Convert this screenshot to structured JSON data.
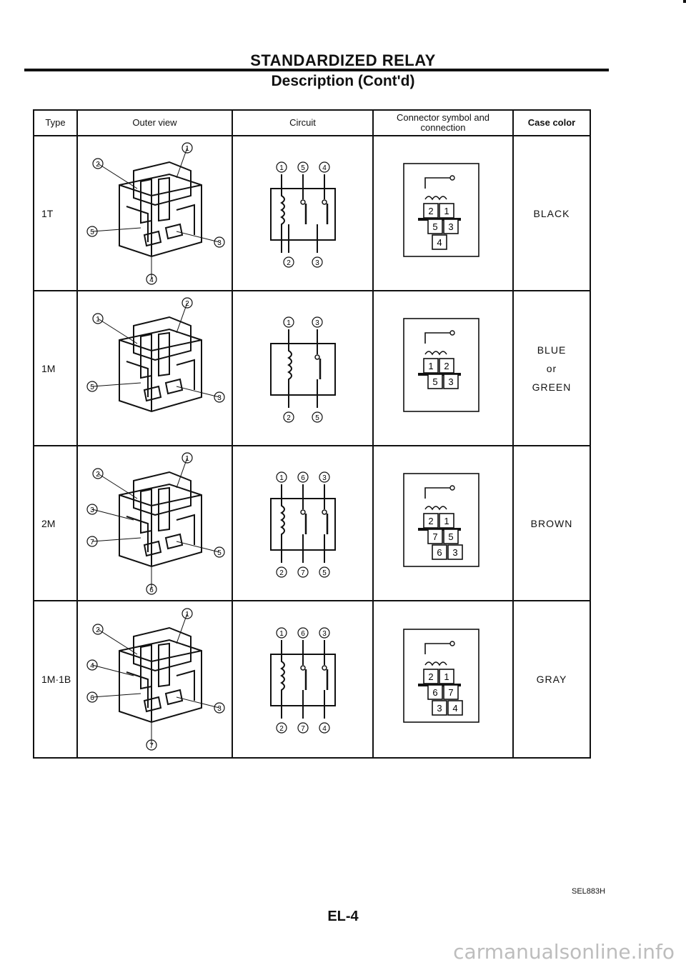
{
  "header": {
    "title": "STANDARDIZED RELAY",
    "subtitle": "Description (Cont'd)"
  },
  "table": {
    "columns": {
      "type": "Type",
      "outer_view": "Outer view",
      "circuit": "Circuit",
      "connector": "Connector symbol and connection",
      "case_color": "Case color"
    },
    "rows": [
      {
        "type": "1T",
        "color_lines": [
          "BLACK"
        ],
        "outer_pins": [
          "1",
          "2",
          "5",
          "3",
          "4"
        ],
        "circuit_top": [
          "1",
          "5",
          "4"
        ],
        "circuit_bottom": [
          "2",
          "3"
        ],
        "conn_boxes": [
          "2",
          "1",
          "5",
          "3",
          "4"
        ]
      },
      {
        "type": "1M",
        "color_lines": [
          "BLUE",
          "or",
          "GREEN"
        ],
        "outer_pins": [
          "2",
          "1",
          "5",
          "3"
        ],
        "circuit_top": [
          "1",
          "3"
        ],
        "circuit_bottom": [
          "2",
          "5"
        ],
        "conn_boxes": [
          "1",
          "2",
          "5",
          "3"
        ]
      },
      {
        "type": "2M",
        "color_lines": [
          "BROWN"
        ],
        "outer_pins": [
          "1",
          "2",
          "7",
          "5",
          "6",
          "3"
        ],
        "circuit_top": [
          "1",
          "6",
          "3"
        ],
        "circuit_bottom": [
          "2",
          "7",
          "5"
        ],
        "conn_boxes": [
          "2",
          "1",
          "7",
          "5",
          "6",
          "3"
        ]
      },
      {
        "type": "1M·1B",
        "color_lines": [
          "GRAY"
        ],
        "outer_pins": [
          "1",
          "2",
          "6",
          "3",
          "7",
          "4"
        ],
        "circuit_top": [
          "1",
          "6",
          "3"
        ],
        "circuit_bottom": [
          "2",
          "7",
          "4"
        ],
        "conn_boxes": [
          "2",
          "1",
          "6",
          "7",
          "3",
          "4"
        ]
      }
    ]
  },
  "footer": {
    "figure_code": "SEL883H",
    "page_number": "EL-4",
    "watermark": "carmanualsonline.info"
  }
}
